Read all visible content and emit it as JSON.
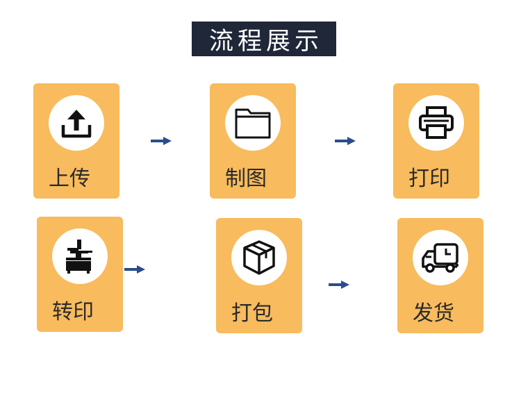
{
  "title": "流程展示",
  "steps": [
    {
      "label": "上传",
      "icon": "upload-icon"
    },
    {
      "label": "制图",
      "icon": "folder-icon"
    },
    {
      "label": "打印",
      "icon": "printer-icon"
    },
    {
      "label": "转印",
      "icon": "transfer-press-icon"
    },
    {
      "label": "打包",
      "icon": "package-box-icon"
    },
    {
      "label": "发货",
      "icon": "delivery-truck-icon"
    }
  ],
  "colors": {
    "card": "#f8bb5d",
    "title_bg": "#1f2738",
    "arrow": "#2b4c8c"
  }
}
